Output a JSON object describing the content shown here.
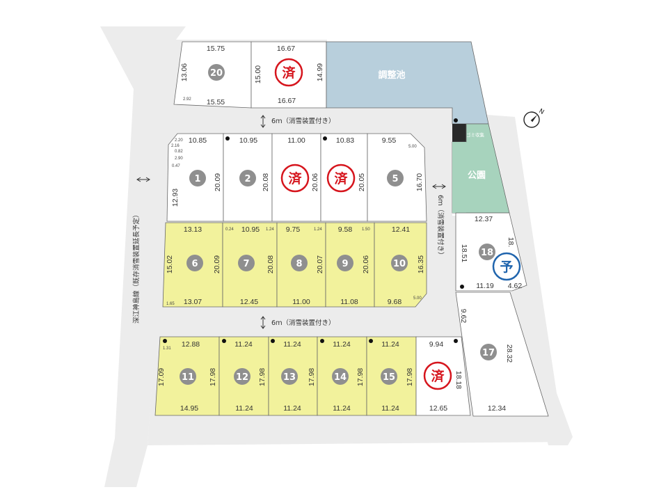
{
  "road_labels": {
    "top": "6ｍ（消雪装置付き）",
    "middle": "6ｍ（消雪装置付き）",
    "right": "6ｍ（消雪装置付き）",
    "left": "深江神島線（既存消雪装置延長予定）"
  },
  "areas": {
    "pond": "調整池",
    "park": "公園",
    "garbage": "ゴミ収集"
  },
  "status_marks": {
    "sold": "済",
    "reserved": "予"
  },
  "colors": {
    "road": "#ececec",
    "lot_available": "#f2f29c",
    "lot_default": "#ffffff",
    "pond": "#b8cfdc",
    "park": "#a7d3bd",
    "lot_number_badge": "#8f8f8f",
    "sold": "#d6151d",
    "reserved": "#1f64ad",
    "garbage": "#2a2a2a"
  },
  "lots": [
    {
      "id": "1",
      "number": "1",
      "status": "",
      "highlighted": false,
      "dims": [
        "10.85",
        "12.93",
        "20.09"
      ],
      "small": [
        "2.20",
        "2.16",
        "0.82",
        "2.90",
        "0.47"
      ]
    },
    {
      "id": "2",
      "number": "2",
      "status": "",
      "highlighted": false,
      "dims": [
        "10.95",
        "20.08"
      ]
    },
    {
      "id": "3",
      "number": "",
      "status": "sold",
      "highlighted": false,
      "dims": [
        "11.00",
        "20.06"
      ]
    },
    {
      "id": "4",
      "number": "",
      "status": "sold",
      "highlighted": false,
      "dims": [
        "10.83",
        "20.05"
      ]
    },
    {
      "id": "5",
      "number": "5",
      "status": "",
      "highlighted": false,
      "dims": [
        "9.55",
        "16.70"
      ],
      "small": [
        "5.00"
      ]
    },
    {
      "id": "6",
      "number": "6",
      "status": "",
      "highlighted": true,
      "dims": [
        "13.13",
        "15.02",
        "20.09",
        "13.07"
      ],
      "small": [
        "1.65"
      ]
    },
    {
      "id": "7",
      "number": "7",
      "status": "",
      "highlighted": true,
      "dims": [
        "10.95",
        "20.08",
        "12.45"
      ],
      "small": [
        "0.24",
        "1.24"
      ]
    },
    {
      "id": "8",
      "number": "8",
      "status": "",
      "highlighted": true,
      "dims": [
        "9.75",
        "20.07",
        "11.00"
      ],
      "small": [
        "1.24"
      ]
    },
    {
      "id": "9",
      "number": "9",
      "status": "",
      "highlighted": true,
      "dims": [
        "9.58",
        "20.06",
        "11.08"
      ],
      "small": [
        "1.50"
      ]
    },
    {
      "id": "10",
      "number": "10",
      "status": "",
      "highlighted": true,
      "dims": [
        "12.41",
        "16.35",
        "9.68"
      ],
      "small": [
        "5.00"
      ]
    },
    {
      "id": "11",
      "number": "11",
      "status": "",
      "highlighted": true,
      "dims": [
        "12.88",
        "17.09",
        "17.98",
        "14.95"
      ],
      "small": [
        "1.31"
      ]
    },
    {
      "id": "12",
      "number": "12",
      "status": "",
      "highlighted": true,
      "dims": [
        "11.24",
        "17.98",
        "11.24"
      ]
    },
    {
      "id": "13",
      "number": "13",
      "status": "",
      "highlighted": true,
      "dims": [
        "11.24",
        "17.98",
        "11.24"
      ]
    },
    {
      "id": "14",
      "number": "14",
      "status": "",
      "highlighted": true,
      "dims": [
        "11.24",
        "17.98",
        "11.24"
      ]
    },
    {
      "id": "15",
      "number": "15",
      "status": "",
      "highlighted": true,
      "dims": [
        "11.24",
        "17.98",
        "11.24"
      ]
    },
    {
      "id": "16",
      "number": "",
      "status": "sold",
      "highlighted": false,
      "dims": [
        "9.94",
        "18.18",
        "12.65"
      ]
    },
    {
      "id": "17",
      "number": "17",
      "status": "",
      "highlighted": false,
      "dims": [
        "9.62",
        "28.32",
        "12.34"
      ]
    },
    {
      "id": "18",
      "number": "18",
      "status": "reserved",
      "highlighted": false,
      "dims": [
        "12.37",
        "18.51",
        "18.",
        "11.19",
        "4.62"
      ]
    },
    {
      "id": "19",
      "number": "",
      "status": "sold",
      "highlighted": false,
      "dims": [
        "16.67",
        "15.00",
        "14.99",
        "16.67"
      ]
    },
    {
      "id": "20",
      "number": "20",
      "status": "",
      "highlighted": false,
      "dims": [
        "15.75",
        "13.06",
        "15.55"
      ],
      "small": [
        "2.92"
      ]
    }
  ],
  "compass": "N"
}
